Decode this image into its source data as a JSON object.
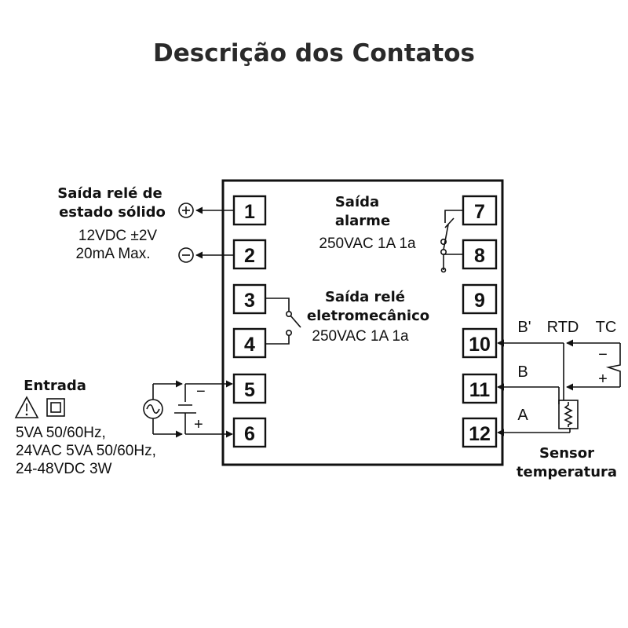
{
  "title": "Descrição dos Contatos",
  "terminals": [
    "1",
    "2",
    "3",
    "4",
    "5",
    "6",
    "7",
    "8",
    "9",
    "10",
    "11",
    "12"
  ],
  "ssr_output": {
    "title_line1": "Saída relé de",
    "title_line2": "estado sólido",
    "spec_line1": "12VDC ±2V",
    "spec_line2": "20mA Max.",
    "plus_symbol": "+",
    "minus_symbol": "−"
  },
  "alarm_output": {
    "title_line1": "Saída",
    "title_line2": "alarme",
    "spec": "250VAC 1A 1a"
  },
  "relay_output": {
    "title_line1": "Saída relé",
    "title_line2": "eletromecânico",
    "spec": "250VAC 1A 1a"
  },
  "input": {
    "title": "Entrada",
    "spec_line1": "5VA 50/60Hz,",
    "spec_line2": "24VAC 5VA 50/60Hz,",
    "spec_line3": "24-48VDC 3W",
    "plus_symbol": "+",
    "minus_symbol": "−"
  },
  "sensor": {
    "label_b_prime": "B'",
    "label_rtd": "RTD",
    "label_tc": "TC",
    "label_b": "B",
    "label_a": "A",
    "tc_minus": "−",
    "tc_plus": "+",
    "title_line1": "Sensor",
    "title_line2": "temperatura"
  },
  "icons": {
    "warning": "warning-triangle-icon",
    "double_insulation": "double-insulation-icon",
    "ac_source": "ac-source-icon",
    "dc_battery": "battery-icon",
    "rtd": "rtd-resistor-icon",
    "thermocouple": "thermocouple-icon"
  }
}
